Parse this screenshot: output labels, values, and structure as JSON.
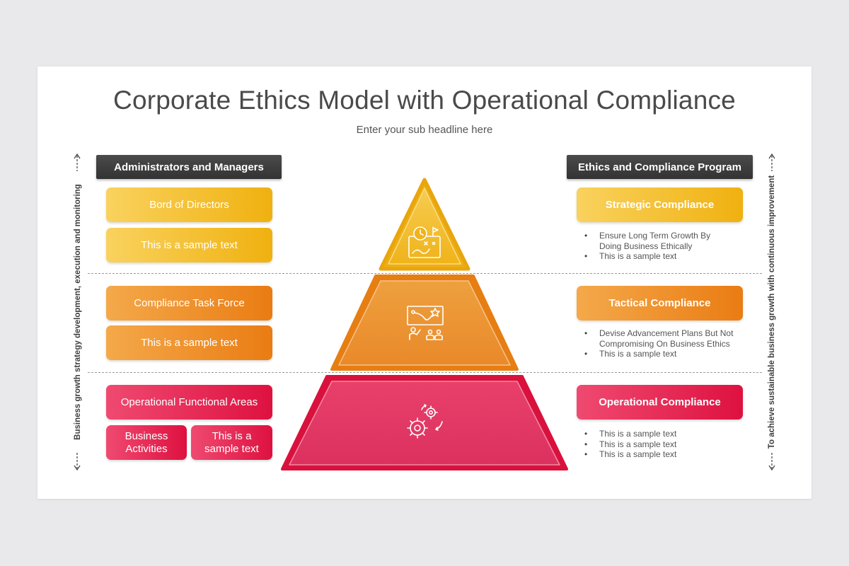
{
  "title": "Corporate Ethics Model with Operational Compliance",
  "subtitle": "Enter your sub headline here",
  "left_header": "Administrators and Managers",
  "right_header": "Ethics and Compliance Program",
  "left_side_text": "Business growth strategy development, execution and monitoring",
  "right_side_text": "To achieve sustainable business growth with continuous improvement",
  "left_boxes": {
    "board": "Bord of Directors",
    "sample1": "This is a sample text",
    "task_force": "Compliance Task Force",
    "sample2": "This is a sample text",
    "operational": "Operational Functional Areas",
    "business": "Business Activities",
    "sample3": "This is a sample text"
  },
  "levels": [
    {
      "title": "Strategic Compliance",
      "bullets": [
        "Ensure Long Term Growth By Doing Business Ethically",
        "This is a sample text"
      ]
    },
    {
      "title": "Tactical Compliance",
      "bullets": [
        "Devise Advancement Plans But Not Compromising On Business Ethics",
        "This is a sample text"
      ]
    },
    {
      "title": "Operational Compliance",
      "bullets": [
        "This is a sample text",
        "This is a sample text",
        "This is a sample text"
      ]
    }
  ],
  "colors": {
    "yellow": "#f0b110",
    "orange": "#ea7c13",
    "red": "#de1140",
    "header": "#3b3b3b"
  },
  "icons": [
    "strategy-map-icon",
    "presentation-board-icon",
    "gears-cycle-icon"
  ]
}
